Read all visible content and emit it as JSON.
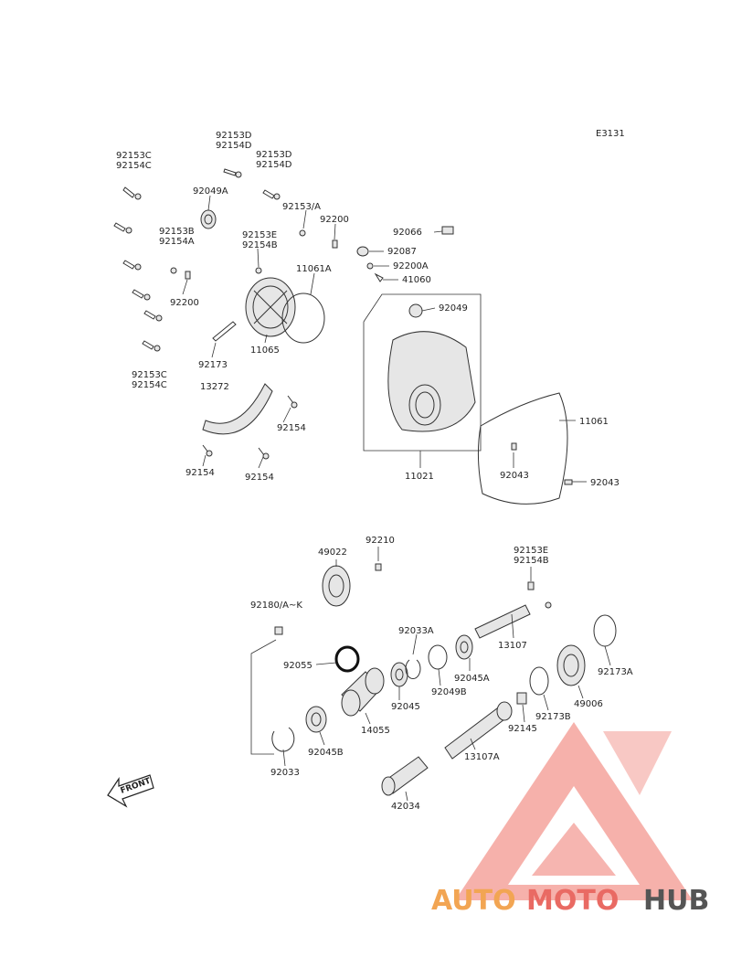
{
  "diagram_code": "E3131",
  "labels": [
    {
      "id": "l1",
      "text": "92153C\n92154C"
    },
    {
      "id": "l2",
      "text": "92153D\n92154D"
    },
    {
      "id": "l3",
      "text": "92153D\n92154D"
    },
    {
      "id": "l4",
      "text": "92049A"
    },
    {
      "id": "l5",
      "text": "92153/A"
    },
    {
      "id": "l6",
      "text": "92200"
    },
    {
      "id": "l7",
      "text": "92153B\n92154A"
    },
    {
      "id": "l8",
      "text": "92153E\n92154B"
    },
    {
      "id": "l9",
      "text": "11061A"
    },
    {
      "id": "l10",
      "text": "92200"
    },
    {
      "id": "l11",
      "text": "92173"
    },
    {
      "id": "l12",
      "text": "11065"
    },
    {
      "id": "l13",
      "text": "92153C\n92154C"
    },
    {
      "id": "l14",
      "text": "13272"
    },
    {
      "id": "l15",
      "text": "92154"
    },
    {
      "id": "l16",
      "text": "92154"
    },
    {
      "id": "l17",
      "text": "92154"
    },
    {
      "id": "l18",
      "text": "92066"
    },
    {
      "id": "l19",
      "text": "92087"
    },
    {
      "id": "l20",
      "text": "92200A"
    },
    {
      "id": "l21",
      "text": "41060"
    },
    {
      "id": "l22",
      "text": "92049"
    },
    {
      "id": "l23",
      "text": "11061"
    },
    {
      "id": "l24",
      "text": "92043"
    },
    {
      "id": "l25",
      "text": "92043"
    },
    {
      "id": "l26",
      "text": "11021"
    },
    {
      "id": "l27",
      "text": "49022"
    },
    {
      "id": "l28",
      "text": "92210"
    },
    {
      "id": "l29",
      "text": "92153E\n92154B"
    },
    {
      "id": "l30",
      "text": "92180/A~K"
    },
    {
      "id": "l31",
      "text": "13107"
    },
    {
      "id": "l32",
      "text": "92033A"
    },
    {
      "id": "l33",
      "text": "92055"
    },
    {
      "id": "l34",
      "text": "92045A"
    },
    {
      "id": "l35",
      "text": "92173A"
    },
    {
      "id": "l36",
      "text": "92045"
    },
    {
      "id": "l37",
      "text": "92049B"
    },
    {
      "id": "l38",
      "text": "49006"
    },
    {
      "id": "l39",
      "text": "14055"
    },
    {
      "id": "l40",
      "text": "92145"
    },
    {
      "id": "l41",
      "text": "92173B"
    },
    {
      "id": "l42",
      "text": "92045B"
    },
    {
      "id": "l43",
      "text": "13107A"
    },
    {
      "id": "l44",
      "text": "92033"
    },
    {
      "id": "l45",
      "text": "42034"
    }
  ],
  "front_arrow_label": "FRONT",
  "watermark": {
    "part1": "AUTO",
    "part2": "MOTO",
    "part3": "HUB",
    "color_auto": "#f2a553",
    "color_moto": "#e96a63",
    "color_hub": "#555555"
  }
}
